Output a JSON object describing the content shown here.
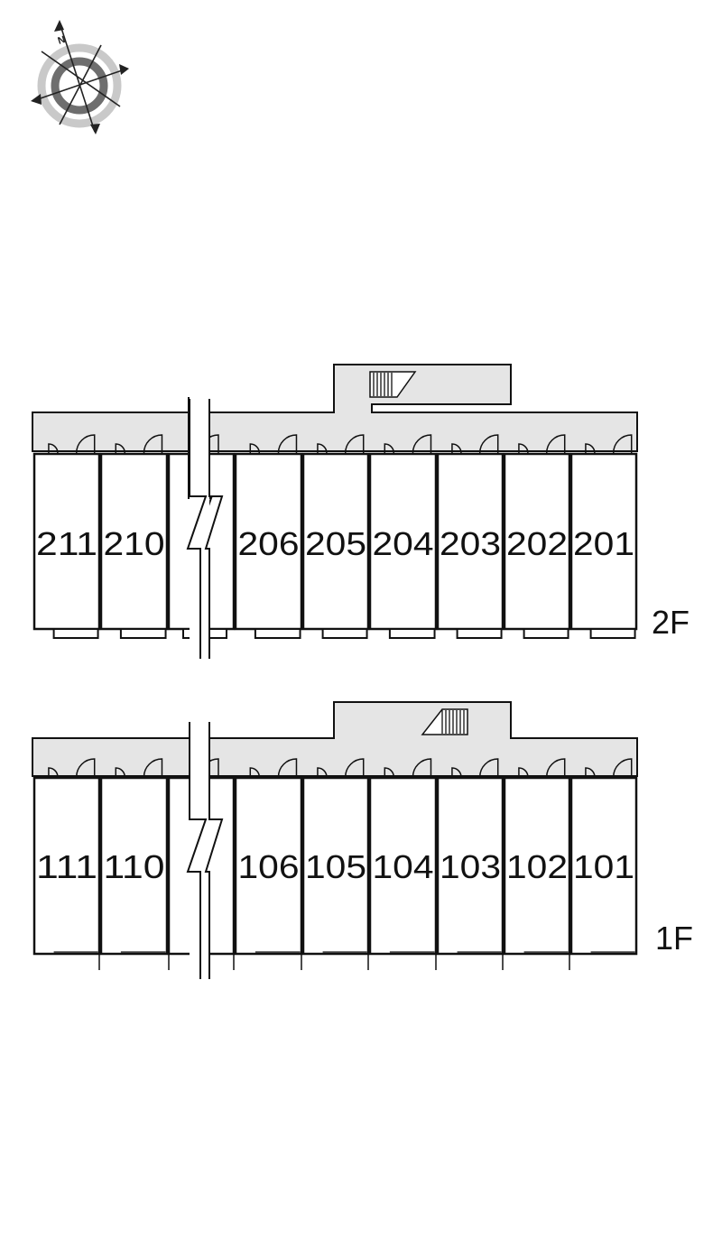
{
  "compass": {
    "icon": "compass-rose-icon",
    "north_label": "N"
  },
  "colors": {
    "corridor": "#e5e5e5",
    "wall": "#111111",
    "compass_ring_outer": "#c9c9c9",
    "compass_ring_inner": "#6e6e6e"
  },
  "floors": [
    {
      "id": "2F",
      "label": "2F",
      "rooms": [
        "211",
        "210",
        "206",
        "205",
        "204",
        "203",
        "202",
        "201"
      ]
    },
    {
      "id": "1F",
      "label": "1F",
      "rooms": [
        "111",
        "110",
        "106",
        "105",
        "104",
        "103",
        "102",
        "101"
      ]
    }
  ]
}
